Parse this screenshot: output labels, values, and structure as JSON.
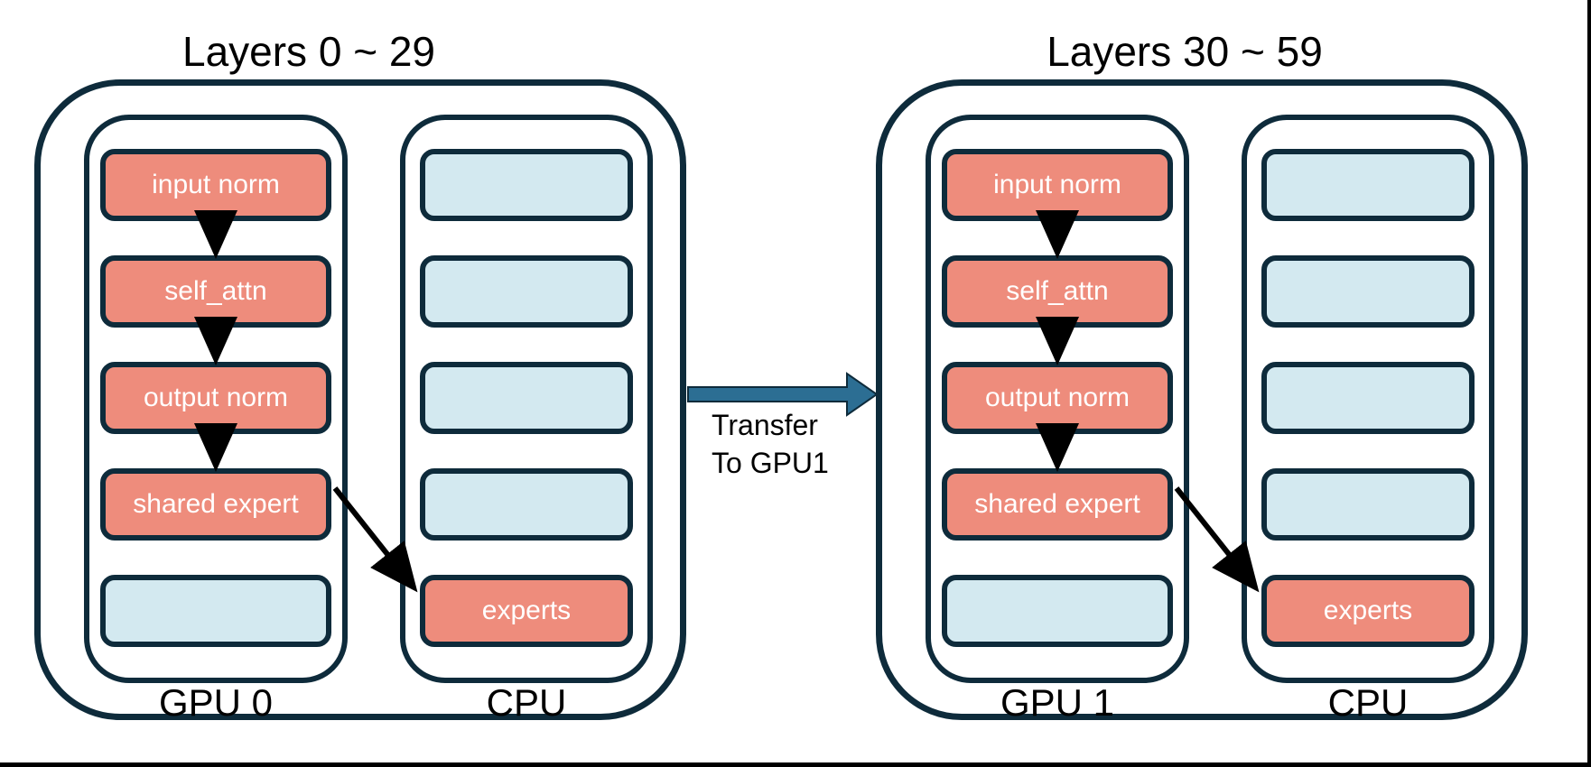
{
  "figure": {
    "description": "Mixture-of-experts layer placement diagram across two GPUs and CPU",
    "colors": {
      "outline": "#0E2B3B",
      "module_fill": "#EE8C7C",
      "empty_fill": "#D3E9F0",
      "transfer_arrow": "#2C6E93",
      "flow_arrow": "#000000",
      "module_text": "#FFFFFF",
      "label_text": "#000000"
    },
    "transfer": {
      "line1": "Transfer",
      "line2": "To GPU1"
    },
    "groups": [
      {
        "title": "Layers 0 ~ 29",
        "gpu_label": "GPU 0",
        "cpu_label": "CPU",
        "gpu_modules": [
          "input norm",
          "self_attn",
          "output norm",
          "shared expert",
          ""
        ],
        "cpu_modules": [
          "",
          "",
          "",
          "",
          "experts"
        ]
      },
      {
        "title": "Layers 30 ~ 59",
        "gpu_label": "GPU 1",
        "cpu_label": "CPU",
        "gpu_modules": [
          "input norm",
          "self_attn",
          "output norm",
          "shared expert",
          ""
        ],
        "cpu_modules": [
          "",
          "",
          "",
          "",
          "experts"
        ]
      }
    ]
  }
}
